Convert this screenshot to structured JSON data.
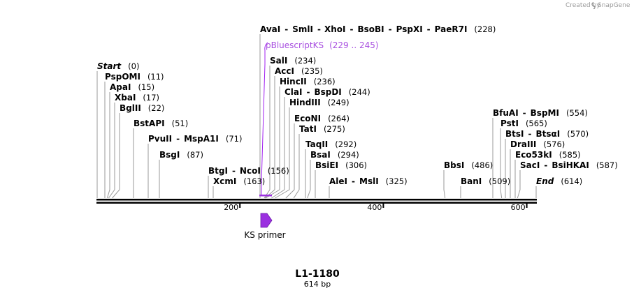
{
  "credit": {
    "prefix": "Created by",
    "brand": "SnapGene"
  },
  "title": "L1-1180",
  "subtitle": "614 bp",
  "sequence_length": 614,
  "axis_ticks": [
    "200",
    "400",
    "600"
  ],
  "feature_label": "KS primer",
  "primer": {
    "name": "pBluescriptKS",
    "range": "(229 .. 245)",
    "color": "#a020f0"
  },
  "sites": [
    {
      "parts": [
        {
          "name": "AvaI"
        },
        {
          "name": "SmlI"
        },
        {
          "name": "XhoI"
        },
        {
          "name": "BsoBI"
        },
        {
          "name": "PspXI"
        },
        {
          "name": "PaeR7I"
        }
      ],
      "pos": "(228)"
    },
    {
      "parts": [
        {
          "name": "Start",
          "italic": true
        }
      ],
      "pos": "(0)"
    },
    {
      "parts": [
        {
          "name": "PspOMI"
        }
      ],
      "pos": "(11)"
    },
    {
      "parts": [
        {
          "name": "ApaI"
        }
      ],
      "pos": "(15)"
    },
    {
      "parts": [
        {
          "name": "XbaI"
        }
      ],
      "pos": "(17)"
    },
    {
      "parts": [
        {
          "name": "BglII"
        }
      ],
      "pos": "(22)"
    },
    {
      "parts": [
        {
          "name": "BstAPI"
        }
      ],
      "pos": "(51)"
    },
    {
      "parts": [
        {
          "name": "PvuII"
        },
        {
          "name": "MspA1I"
        }
      ],
      "pos": "(71)"
    },
    {
      "parts": [
        {
          "name": "BsgI"
        }
      ],
      "pos": "(87)"
    },
    {
      "parts": [
        {
          "name": "BtgI"
        },
        {
          "name": "NcoI"
        }
      ],
      "pos": "(156)"
    },
    {
      "parts": [
        {
          "name": "XcmI"
        }
      ],
      "pos": "(163)"
    },
    {
      "parts": [
        {
          "name": "SalI"
        }
      ],
      "pos": "(234)"
    },
    {
      "parts": [
        {
          "name": "AccI"
        }
      ],
      "pos": "(235)"
    },
    {
      "parts": [
        {
          "name": "HincII"
        }
      ],
      "pos": "(236)"
    },
    {
      "parts": [
        {
          "name": "ClaI"
        },
        {
          "name": "BspDI"
        }
      ],
      "pos": "(244)"
    },
    {
      "parts": [
        {
          "name": "HindIII"
        }
      ],
      "pos": "(249)"
    },
    {
      "parts": [
        {
          "name": "EcoNI"
        }
      ],
      "pos": "(264)"
    },
    {
      "parts": [
        {
          "name": "TatI"
        }
      ],
      "pos": "(275)"
    },
    {
      "parts": [
        {
          "name": "TaqII"
        }
      ],
      "pos": "(292)"
    },
    {
      "parts": [
        {
          "name": "BsaI"
        }
      ],
      "pos": "(294)"
    },
    {
      "parts": [
        {
          "name": "BsiEI"
        }
      ],
      "pos": "(306)"
    },
    {
      "parts": [
        {
          "name": "AleI"
        },
        {
          "name": "MslI"
        }
      ],
      "pos": "(325)"
    },
    {
      "parts": [
        {
          "name": "BbsI"
        }
      ],
      "pos": "(486)"
    },
    {
      "parts": [
        {
          "name": "BanI"
        }
      ],
      "pos": "(509)"
    },
    {
      "parts": [
        {
          "name": "BfuAI"
        },
        {
          "name": "BspMI"
        }
      ],
      "pos": "(554)"
    },
    {
      "parts": [
        {
          "name": "PstI"
        }
      ],
      "pos": "(565)"
    },
    {
      "parts": [
        {
          "name": "BtsI"
        },
        {
          "name": "BtsαI"
        }
      ],
      "pos": "(570)"
    },
    {
      "parts": [
        {
          "name": "DraIII"
        }
      ],
      "pos": "(576)"
    },
    {
      "parts": [
        {
          "name": "Eco53kI"
        }
      ],
      "pos": "(585)"
    },
    {
      "parts": [
        {
          "name": "SacI"
        },
        {
          "name": "BsiHKAI"
        }
      ],
      "pos": "(587)"
    },
    {
      "parts": [
        {
          "name": "End",
          "italic": true
        }
      ],
      "pos": "(614)"
    }
  ]
}
